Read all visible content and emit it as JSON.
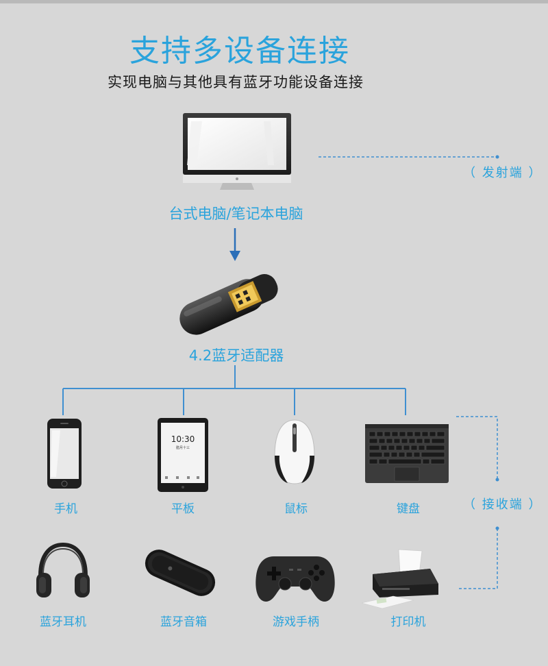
{
  "header": {
    "title": "支持多设备连接",
    "subtitle": "实现电脑与其他具有蓝牙功能设备连接"
  },
  "source": {
    "label": "台式电脑/笔记本电脑",
    "role_tag": "（ 发射端 ）"
  },
  "adapter": {
    "label": "4.2蓝牙适配器",
    "plug_icon": "usb-adapter-icon"
  },
  "receiver_tag": "（ 接收端 ）",
  "tablet_screen": {
    "time": "10:30",
    "date": "腊月十三"
  },
  "devices_row1": [
    {
      "label": "手机",
      "icon": "phone-icon"
    },
    {
      "label": "平板",
      "icon": "tablet-icon"
    },
    {
      "label": "鼠标",
      "icon": "mouse-icon"
    },
    {
      "label": "键盘",
      "icon": "keyboard-icon"
    }
  ],
  "devices_row2": [
    {
      "label": "蓝牙耳机",
      "icon": "headphones-icon"
    },
    {
      "label": "蓝牙音箱",
      "icon": "speaker-icon"
    },
    {
      "label": "游戏手柄",
      "icon": "gamepad-icon"
    },
    {
      "label": "打印机",
      "icon": "printer-icon"
    }
  ],
  "colors": {
    "accent": "#2aa3dc",
    "background": "#d7d7d7",
    "line": "#3f8fd0"
  }
}
